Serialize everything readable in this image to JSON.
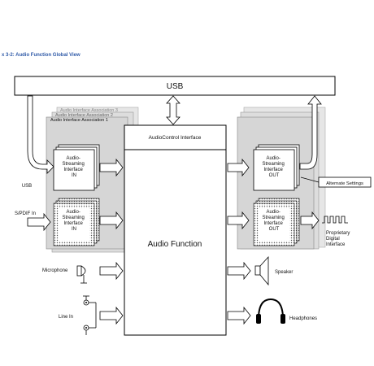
{
  "caption": "x 3-2: Audio Function Global View",
  "usb_bus": {
    "label": "USB"
  },
  "interface_associations": {
    "assoc_3": "Audio Interface Association 3",
    "assoc_2": "Audio Interface Association 2",
    "assoc_1": "Audio Interface Association 1"
  },
  "audio_control": {
    "label": "AudioControl Interface"
  },
  "audio_function": {
    "label": "Audio Function"
  },
  "streaming_in_usb": {
    "lines": [
      "Audio-",
      "Streaming",
      "Interface",
      "IN"
    ]
  },
  "streaming_in_spdif": {
    "lines": [
      "Audio-",
      "Streaming",
      "Interface",
      "IN"
    ]
  },
  "streaming_out_usb": {
    "lines": [
      "Audio-",
      "Streaming",
      "Interface",
      "OUT"
    ]
  },
  "streaming_out_digital": {
    "lines": [
      "Audio-",
      "Streaming",
      "Interface",
      "OUT"
    ]
  },
  "inputs": {
    "usb": "USB",
    "spdif": "S/PDIF In",
    "microphone": "Microphone",
    "line_in": "Line In"
  },
  "outputs": {
    "alternate_settings": "Alternate Settings",
    "proprietary": [
      "Proprietary",
      "Digital",
      "Interface"
    ],
    "speaker": "Speaker",
    "headphones": "Headphones"
  },
  "colors": {
    "outline": "#000000",
    "association_shade": "#d9d9d9",
    "caption": "#2f5aa8"
  }
}
